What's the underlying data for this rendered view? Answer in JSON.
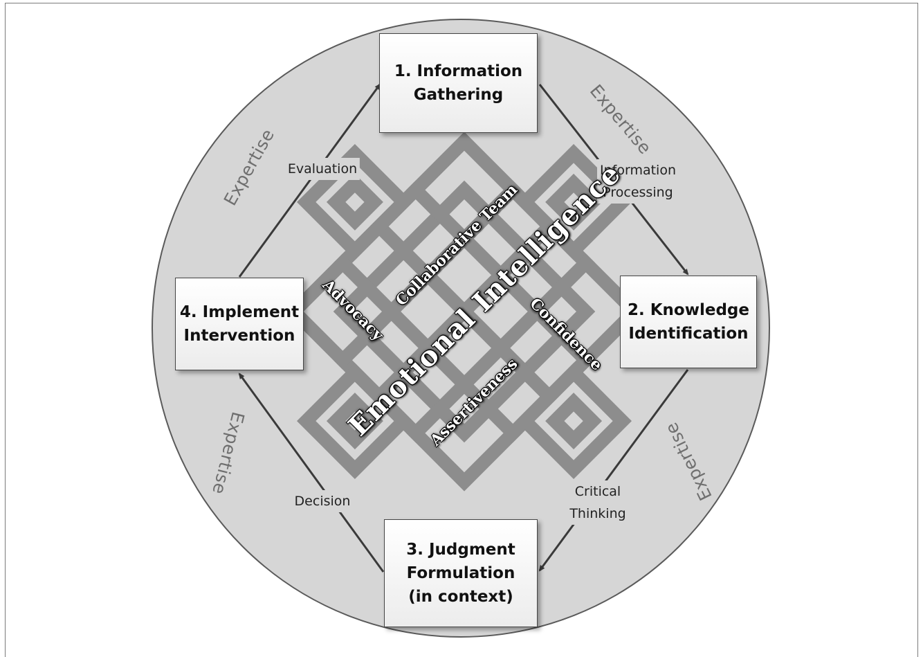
{
  "boxes": {
    "step1": [
      "1. Information",
      "Gathering"
    ],
    "step2": [
      "2. Knowledge",
      "Identification"
    ],
    "step3": [
      "3. Judgment",
      "Formulation",
      "(in context)"
    ],
    "step4": [
      "4. Implement",
      "Intervention"
    ]
  },
  "edges": {
    "top_right": [
      "Information",
      "Processing"
    ],
    "bottom_right": [
      "Critical",
      "Thinking"
    ],
    "bottom_left": [
      "Decision"
    ],
    "top_left": [
      "Evaluation"
    ]
  },
  "expertise": {
    "top_left": "Expertise",
    "top_right": "Expertise",
    "bottom_right": "Expertise",
    "bottom_left": "Expertise"
  },
  "knot": {
    "main": "Emotional Intelligence",
    "collaborative": "Collaborative Team",
    "advocacy": "Advocacy",
    "confidence": "Confidence",
    "assertiveness": "Assertiveness"
  },
  "icons": [
    "endless-knot-icon"
  ],
  "colors": {
    "circle_fill": "#d6d6d6",
    "knot_band": "#8d8d8d",
    "box_border": "#444444",
    "expertise_text": "#6f6f6f"
  }
}
